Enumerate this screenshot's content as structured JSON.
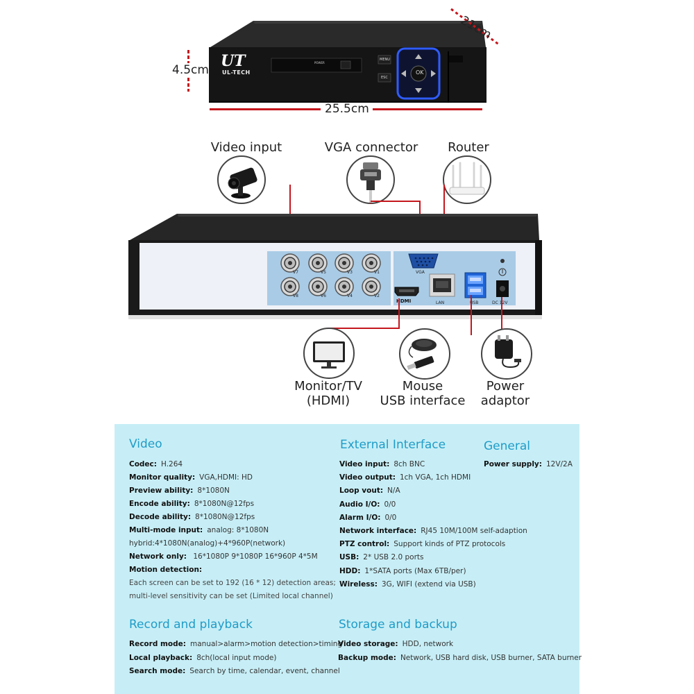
{
  "dimensions": {
    "depth": "21cm",
    "height": "4.5cm",
    "width": "25.5cm"
  },
  "front_panel": {
    "logo_mark": "UT",
    "brand": "UL-TECH",
    "power_label": "POWER",
    "menu_label": "MENU",
    "esc_label": "ESC",
    "ok_label": "OK"
  },
  "back_panel": {
    "bnc_labels": [
      "V7",
      "V5",
      "V3",
      "V1",
      "V8",
      "V6",
      "V4",
      "V2"
    ],
    "vga_label": "VGA",
    "hdmi_label": "HDMI",
    "lan_label": "LAN",
    "usb_label": "USB",
    "dc_label": "DC 12V"
  },
  "callouts": {
    "video_input": "Video input",
    "vga_connector": "VGA connector",
    "router": "Router",
    "monitor_line1": "Monitor/TV",
    "monitor_line2": "(HDMI)",
    "mouse_line1": "Mouse",
    "mouse_line2": "USB interface",
    "power_line1": "Power",
    "power_line2": "adaptor"
  },
  "specs": {
    "video": {
      "title": "Video",
      "rows": [
        {
          "label": "Codec:",
          "value": "H.264"
        },
        {
          "label": "Monitor quality:",
          "value": "VGA,HDMI: HD"
        },
        {
          "label": "Preview ability:",
          "value": "8*1080N"
        },
        {
          "label": "Encode ability:",
          "value": "8*1080N@12fps"
        },
        {
          "label": "Decode ability:",
          "value": "8*1080N@12fps"
        },
        {
          "label": "Multi-mode input:",
          "value": "analog: 8*1080N"
        }
      ],
      "hybrid_line": "hybrid:4*1080N(analog)+4*960P(network)",
      "network_only_label": "Network only:",
      "network_only_value": "16*1080P  9*1080P  16*960P  4*5M",
      "motion_label": "Motion detection:",
      "motion_line1": "Each screen can be set to 192 (16 * 12) detection areas;",
      "motion_line2": "multi-level sensitivity can be set (Limited local channel)"
    },
    "external": {
      "title": "External Interface",
      "rows": [
        {
          "label": "Video input:",
          "value": "8ch BNC"
        },
        {
          "label": "Video output:",
          "value": "1ch VGA, 1ch HDMI"
        },
        {
          "label": "Loop vout:",
          "value": "N/A"
        },
        {
          "label": "Audio I/O:",
          "value": "0/0"
        },
        {
          "label": "Alarm I/O:",
          "value": "0/0"
        },
        {
          "label": "Network interface:",
          "value": "RJ45 10M/100M self-adaption"
        },
        {
          "label": "PTZ control:",
          "value": "Support kinds of PTZ protocols"
        },
        {
          "label": "USB:",
          "value": "2* USB 2.0 ports"
        },
        {
          "label": "HDD:",
          "value": "1*SATA ports (Max 6TB/per)"
        },
        {
          "label": "Wireless:",
          "value": "3G, WIFI (extend via USB)"
        }
      ]
    },
    "general": {
      "title": "General",
      "rows": [
        {
          "label": "Power supply:",
          "value": "12V/2A"
        }
      ]
    },
    "record": {
      "title": "Record and playback",
      "rows": [
        {
          "label": "Record mode:",
          "value": "manual>alarm>motion detection>timing"
        },
        {
          "label": "Local playback:",
          "value": "8ch(local input mode)"
        },
        {
          "label": "Search mode:",
          "value": "Search by time, calendar, event, channel"
        }
      ]
    },
    "storage": {
      "title": "Storage and backup",
      "rows": [
        {
          "label": "Video storage:",
          "value": "HDD, network"
        },
        {
          "label": "Backup mode:",
          "value": "Network, USB hard disk, USB burner, SATA burner"
        }
      ]
    }
  },
  "colors": {
    "accent_red": "#c4161c",
    "spec_title": "#1f9cc8",
    "spec_panel_bg": "#c7eef6",
    "device_body": "#1b1b1b",
    "back_plate": "#eef1f7",
    "connector_block": "#a9cbe6",
    "ok_button_glow": "#2f5cff"
  }
}
